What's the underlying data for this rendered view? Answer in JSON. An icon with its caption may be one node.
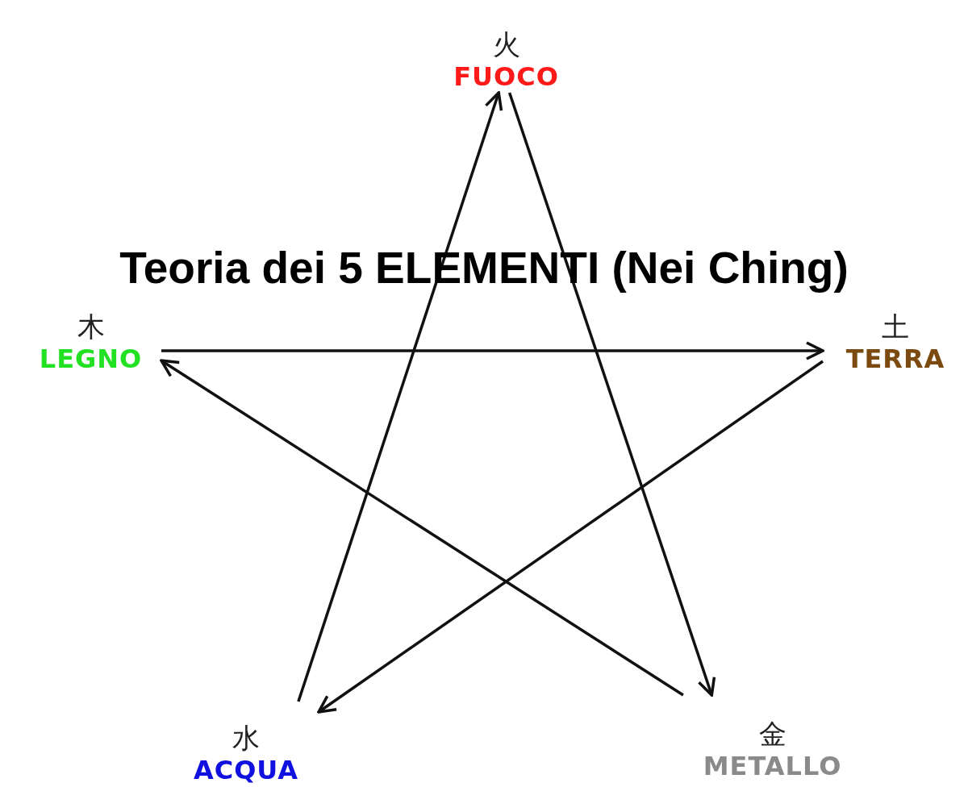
{
  "diagram": {
    "title": "Teoria dei 5 ELEMENTI (Nei Ching)",
    "nodes": [
      {
        "text": [
          "火",
          "FUOCO"
        ]
      },
      {
        "text": [
          "木",
          "LEGNO"
        ]
      },
      {
        "text": [
          "土",
          "TERRA"
        ]
      },
      {
        "text": [
          "水",
          "ACQUA"
        ]
      },
      {
        "text": [
          "金",
          "METALLO"
        ]
      }
    ],
    "edges": [
      {
        "from": 0,
        "to": 4,
        "arrow": "to"
      },
      {
        "from": 4,
        "to": 1,
        "arrow": "to"
      },
      {
        "from": 1,
        "to": 2,
        "arrow": "to"
      },
      {
        "from": 2,
        "to": 3,
        "arrow": "to"
      },
      {
        "from": 3,
        "to": 0,
        "arrow": "to"
      }
    ]
  }
}
